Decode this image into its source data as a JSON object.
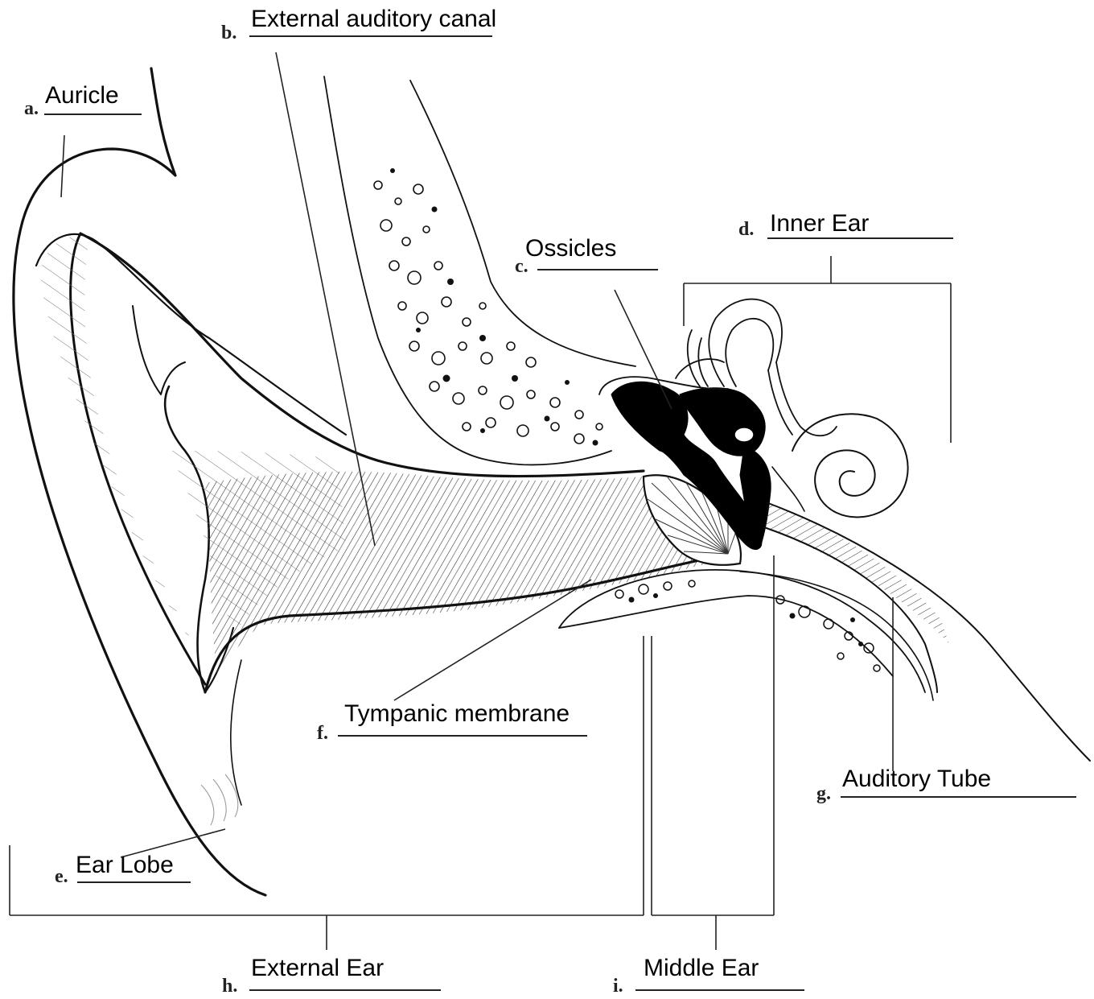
{
  "diagram": {
    "labels": [
      {
        "id": "a",
        "letter": "a.",
        "text": "Auricle"
      },
      {
        "id": "b",
        "letter": "b.",
        "text": "External auditory canal"
      },
      {
        "id": "c",
        "letter": "c.",
        "text": "Ossicles"
      },
      {
        "id": "d",
        "letter": "d.",
        "text": "Inner Ear"
      },
      {
        "id": "e",
        "letter": "e.",
        "text": "Ear Lobe"
      },
      {
        "id": "f",
        "letter": "f.",
        "text": "Tympanic membrane"
      },
      {
        "id": "g",
        "letter": "g.",
        "text": "Auditory Tube"
      },
      {
        "id": "h",
        "letter": "h.",
        "text": "External Ear"
      },
      {
        "id": "i",
        "letter": "i.",
        "text": "Middle Ear"
      }
    ]
  }
}
